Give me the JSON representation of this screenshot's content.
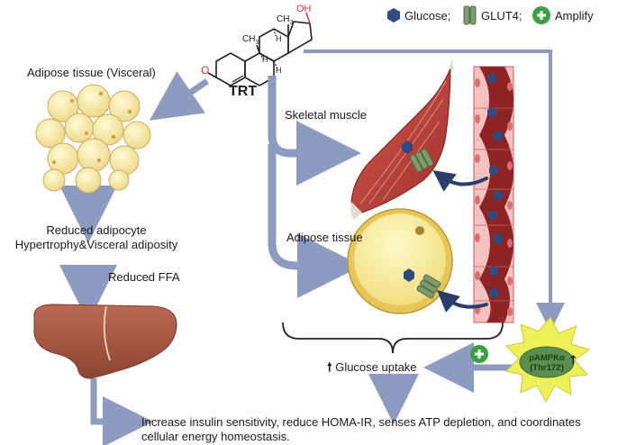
{
  "legend": {
    "glucose": "Glucose;",
    "glut4": "GLUT4;",
    "amplify": "Amplify"
  },
  "trt": {
    "label": "TRT",
    "ch3_a": "CH",
    "ch3_a_sub": "3",
    "ch3_b": "CH",
    "ch3_b_sub": "3",
    "oh": "OH",
    "oxo": "O",
    "h1": "H",
    "h2": "H",
    "h3": "H"
  },
  "left_flow": {
    "adipose_visceral": "Adipose tissue (Visceral)",
    "reduced_line1": "Reduced adipocyte",
    "reduced_line2": "Hypertrophy&Visceral adiposity",
    "reduced_ffa": "Reduced FFA"
  },
  "right_panel": {
    "skeletal_muscle": "Skeletal muscle",
    "adipose_tissue": "Adipose tissue",
    "glucose_uptake": "Glucose uptake",
    "up_arrow": "🠕"
  },
  "ampk": {
    "line1": "pAMPKα",
    "line2": "(Thr172)"
  },
  "bottom": {
    "line1": "Increase insulin sensitivity,  reduce HOMA-IR, senses ATP depletion, and coordinates",
    "line2": "cellular energy homeostasis."
  },
  "colors": {
    "arrow": "#8c9bbf",
    "glucose": "#2f4a7e",
    "glut4": "#7f9a6c",
    "amplify": "#3aa142",
    "vessel": "#e9a3a3",
    "blood": "#9a2a2a",
    "fat_cell": "#f4e7a4",
    "muscle": "#c24a44",
    "liver": "#a85a46",
    "ampk_star": "#eef05a",
    "ampk_inner": "#5a8f4e"
  }
}
